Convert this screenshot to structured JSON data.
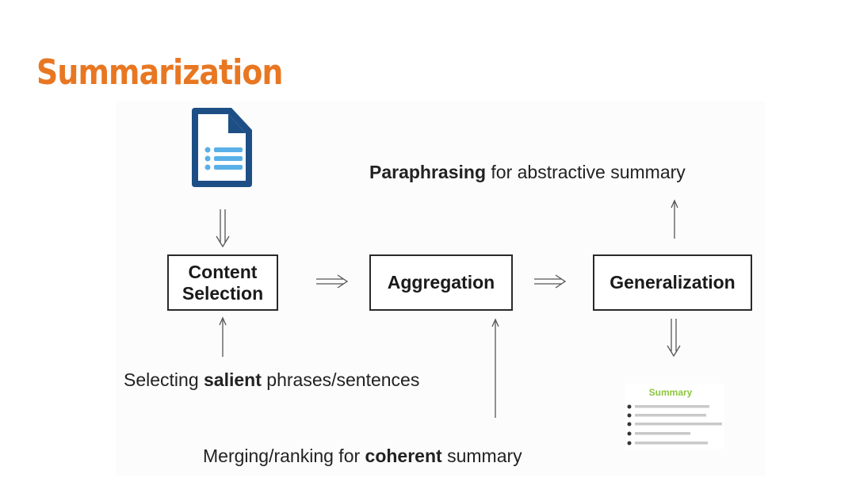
{
  "title": "Summarization",
  "boxes": {
    "content_selection": [
      "Content",
      "Selection"
    ],
    "aggregation": "Aggregation",
    "generalization": "Generalization"
  },
  "annotations": {
    "paraphrasing": {
      "bold": "Paraphrasing",
      "rest": " for abstractive summary"
    },
    "selecting": {
      "pre": "Selecting ",
      "bold": "salient",
      "post": " phrases/sentences"
    },
    "merging": {
      "pre": "Merging/ranking for ",
      "bold": "coherent",
      "post": " summary"
    }
  },
  "summary_icon": {
    "label": "Summary",
    "accent": "#8cc63f"
  },
  "colors": {
    "title": "#e87722",
    "doc_icon": "#1d4f86",
    "doc_lines": "#5ab0e8"
  }
}
